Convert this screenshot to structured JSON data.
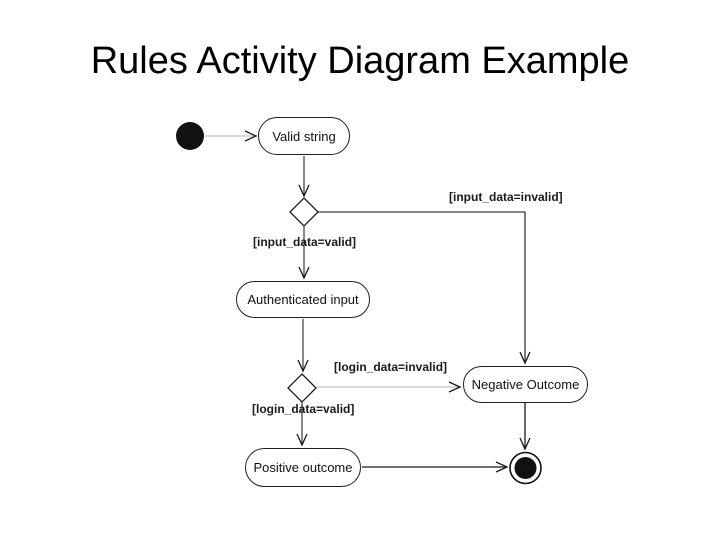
{
  "slide": {
    "title": "Rules Activity Diagram Example"
  },
  "diagram": {
    "type": "uml-activity-diagram",
    "nodes": {
      "initial": {
        "kind": "initial-node"
      },
      "valid_string": {
        "kind": "action",
        "label": "Valid string"
      },
      "decision_input": {
        "kind": "decision"
      },
      "authenticated_input": {
        "kind": "action",
        "label": "Authenticated input"
      },
      "decision_login": {
        "kind": "decision"
      },
      "negative_outcome": {
        "kind": "action",
        "label": "Negative Outcome"
      },
      "positive_outcome": {
        "kind": "action",
        "label": "Positive outcome"
      },
      "final": {
        "kind": "final-node"
      }
    },
    "guards": {
      "input_invalid": "[input_data=invalid]",
      "input_valid": "[input_data=valid]",
      "login_invalid": "[login_data=invalid]",
      "login_valid": "[login_data=valid]"
    },
    "edges": [
      {
        "from": "initial",
        "to": "valid_string"
      },
      {
        "from": "valid_string",
        "to": "decision_input"
      },
      {
        "from": "decision_input",
        "to": "negative_outcome",
        "guard": "[input_data=invalid]"
      },
      {
        "from": "decision_input",
        "to": "authenticated_input",
        "guard": "[input_data=valid]"
      },
      {
        "from": "authenticated_input",
        "to": "decision_login"
      },
      {
        "from": "decision_login",
        "to": "negative_outcome",
        "guard": "[login_data=invalid]"
      },
      {
        "from": "decision_login",
        "to": "positive_outcome",
        "guard": "[login_data=valid]"
      },
      {
        "from": "positive_outcome",
        "to": "final"
      },
      {
        "from": "negative_outcome",
        "to": "final"
      }
    ],
    "colors": {
      "node_border": "#1f1f1f",
      "node_fill": "#ffffff",
      "edge_dark": "#3a3a3a",
      "edge_black": "#1a1a1a",
      "edge_light": "#c4c4c4",
      "shape_fill": "#111111",
      "text": "#111111"
    }
  }
}
